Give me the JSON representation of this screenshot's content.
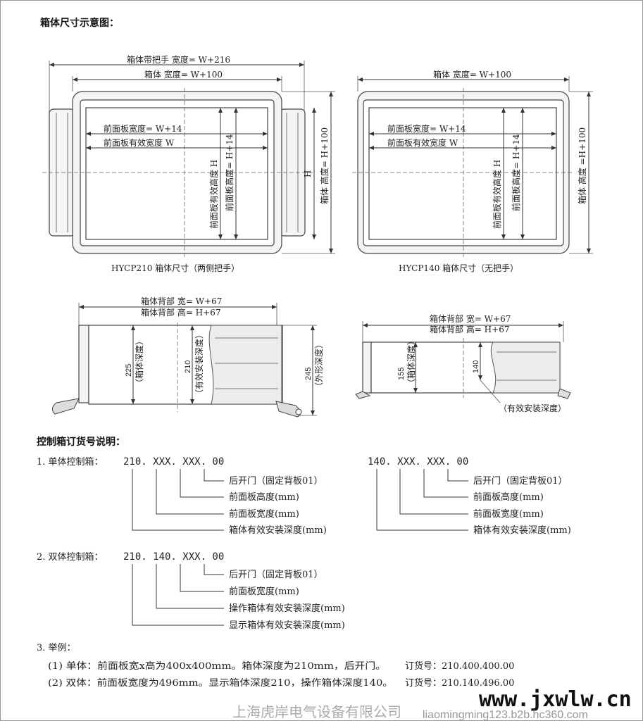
{
  "title": "箱体尺寸示意图：",
  "front210": {
    "w_handle": "箱体带把手  宽度= W+216",
    "w_box": "箱体  宽度= W+100",
    "w_panel": "前面板宽度= W+14",
    "w_eff": "前面板有效宽度  W",
    "h_eff": "前面板有效高度  H",
    "h_panel": "前面板高度= H+14",
    "h": "H",
    "h_box": "箱体  高度= H+100",
    "caption": "HYCP210 箱体尺寸（两侧把手）"
  },
  "front140": {
    "w_box": "箱体  宽度= W+100",
    "w_panel": "前面板宽度= W+14",
    "w_eff": "前面板有效宽度  W",
    "h_eff": "前面板有效高度  H",
    "h_panel": "前面板高度= H+14",
    "h_box": "箱体  高度 =H+100",
    "caption": "HYCP140 箱体尺寸（无把手）"
  },
  "side210": {
    "w_back": "箱体背部  宽= W+67",
    "h_back": "箱体背部  高= H+67",
    "d1": "225",
    "d1_label": "（箱体深度）",
    "d2": "210",
    "d2_label": "（有效安装深度）",
    "d3": "245",
    "d3_label": "（外形深度）"
  },
  "side140": {
    "w_back": "箱体背部  宽= W+67",
    "h_back": "箱体背部  高= H+67",
    "d1": "155",
    "d1_label": "（箱体深度）",
    "d2": "140",
    "d2_label": "（有效安装深度）"
  },
  "order": {
    "heading": "控制箱订货号说明：",
    "single": {
      "label": "1. 单体控制箱：",
      "code_a": "210. XXX. XXX. 00",
      "code_b": "140. XXX. XXX. 00",
      "items": [
        "后开门（固定背板01）",
        "前面板高度(mm)",
        "前面板宽度(mm)",
        "箱体有效安装深度(mm)"
      ]
    },
    "double": {
      "label": "2. 双体控制箱：",
      "code": "210. 140. XXX. 00",
      "items": [
        "后开门（固定背板01）",
        "前面板宽度(mm)",
        "操作箱体有效安装深度(mm)",
        "显示箱体有效安装深度(mm)"
      ]
    },
    "examples": {
      "label": "3. 举例：",
      "rows": [
        {
          "text": "(1) 单体：前面板宽x高为400x400mm。箱体深度为210mm，后开门。",
          "order": "订货号：210.400.400.00"
        },
        {
          "text": "(2) 双体：前面板宽度为496mm。显示箱体深度210，操作箱体深度140。",
          "order": "订货号：210.140.496.00"
        }
      ]
    }
  },
  "watermark": {
    "site": "www.jxwlw.cn",
    "company": "上海虎岸电气设备有限公司",
    "url": "liaomingming123.b2b.hc360.com"
  }
}
